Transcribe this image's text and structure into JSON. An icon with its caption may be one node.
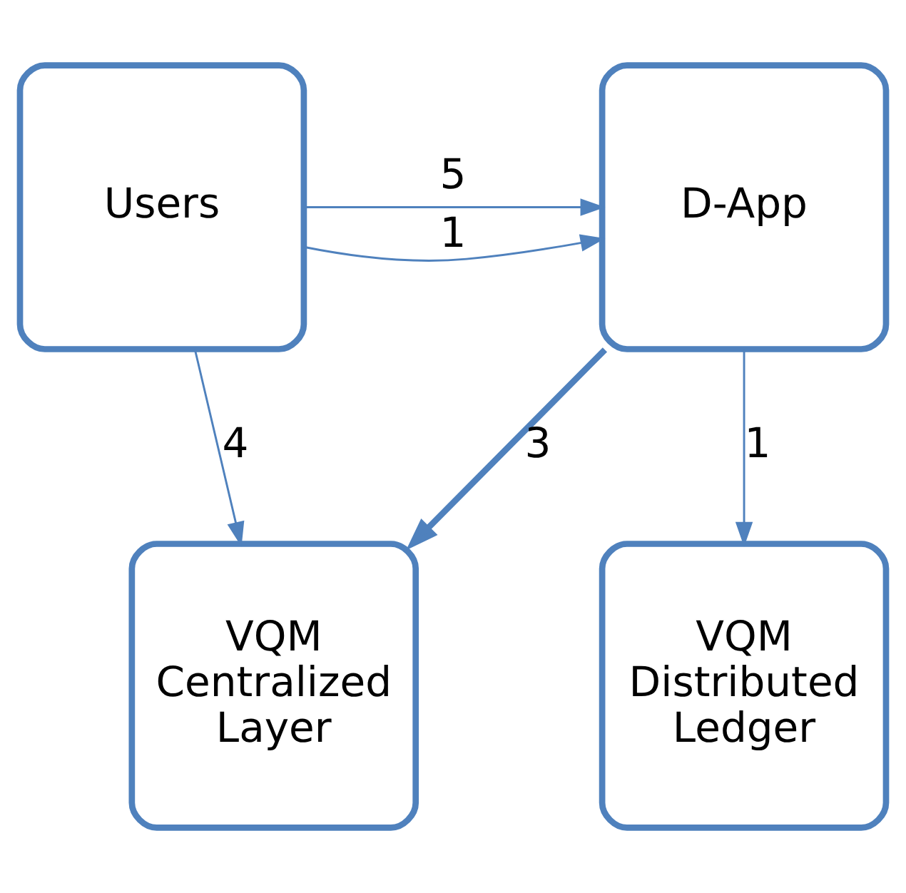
{
  "diagram": {
    "nodes": [
      {
        "text": [
          "Users"
        ]
      },
      {
        "text": [
          "D-App"
        ]
      },
      {
        "text": [
          "VQM Centralized Layer"
        ]
      },
      {
        "text": [
          "VQM Distributed Ledger"
        ]
      }
    ],
    "edges": [
      {
        "from": 0,
        "to": 1,
        "arrow": "to",
        "label": "5"
      },
      {
        "from": 0,
        "to": 1,
        "arrow": "to",
        "label": "1"
      },
      {
        "from": 1,
        "to": 2,
        "arrow": "to",
        "label": "3",
        "style": "thick"
      },
      {
        "from": 0,
        "to": 2,
        "arrow": "to",
        "label": "4"
      },
      {
        "from": 1,
        "to": 3,
        "arrow": "to",
        "label": "1"
      }
    ]
  }
}
